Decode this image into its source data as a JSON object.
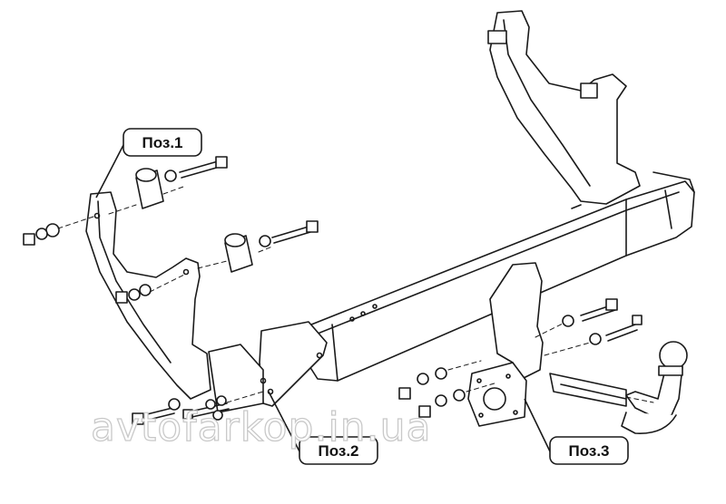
{
  "callouts": {
    "pos1": "Поз.1",
    "pos2": "Поз.2",
    "pos3": "Поз.3"
  },
  "watermark": "avtofarkop.in.ua",
  "colors": {
    "line": "#1a1a1a",
    "background": "#ffffff",
    "watermark_outline": "#c9c9c9"
  }
}
